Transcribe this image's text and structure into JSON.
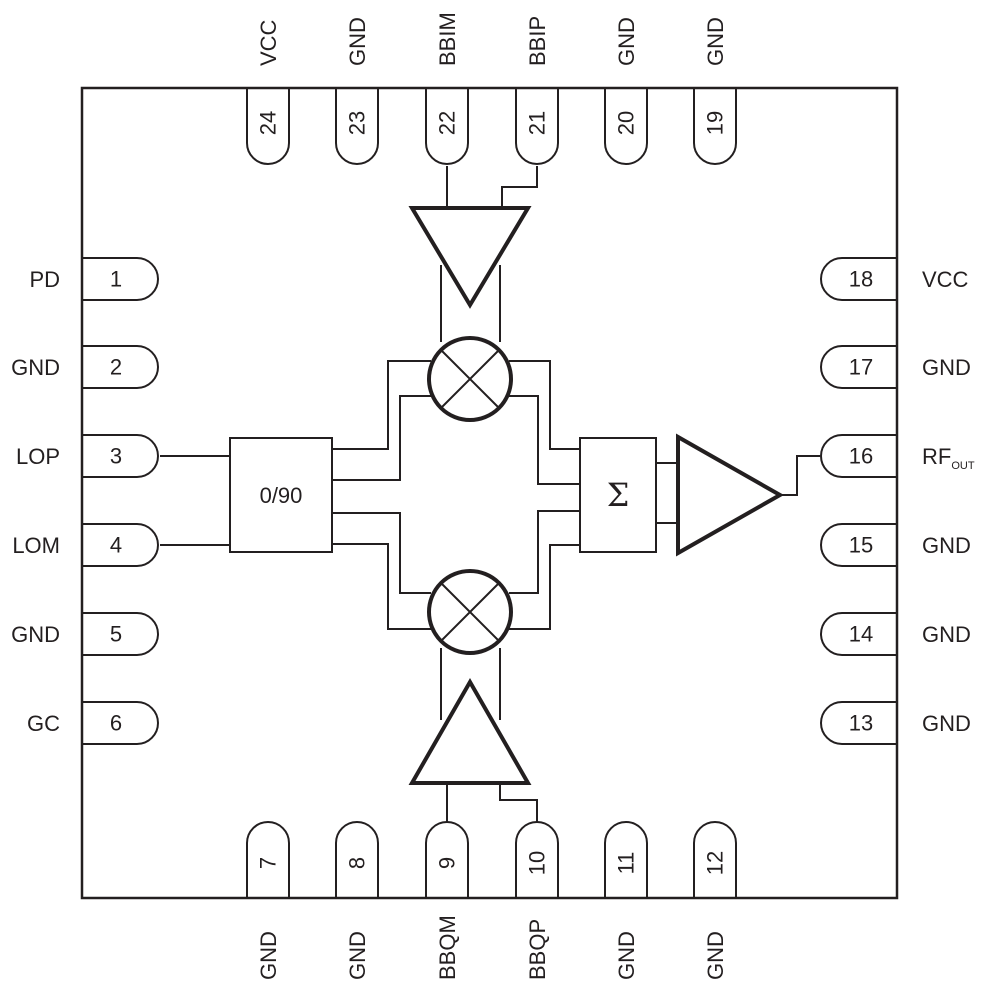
{
  "pins": {
    "left": [
      {
        "num": "1",
        "name": "PD"
      },
      {
        "num": "2",
        "name": "GND"
      },
      {
        "num": "3",
        "name": "LOP"
      },
      {
        "num": "4",
        "name": "LOM"
      },
      {
        "num": "5",
        "name": "GND"
      },
      {
        "num": "6",
        "name": "GC"
      }
    ],
    "bottom": [
      {
        "num": "7",
        "name": "GND"
      },
      {
        "num": "8",
        "name": "GND"
      },
      {
        "num": "9",
        "name": "BBQM"
      },
      {
        "num": "10",
        "name": "BBQP"
      },
      {
        "num": "11",
        "name": "GND"
      },
      {
        "num": "12",
        "name": "GND"
      }
    ],
    "right": [
      {
        "num": "13",
        "name": "GND"
      },
      {
        "num": "14",
        "name": "GND"
      },
      {
        "num": "15",
        "name": "GND"
      },
      {
        "num": "16",
        "name": "RF",
        "sub": "OUT"
      },
      {
        "num": "17",
        "name": "GND"
      },
      {
        "num": "18",
        "name": "VCC"
      }
    ],
    "top": [
      {
        "num": "19",
        "name": "GND"
      },
      {
        "num": "20",
        "name": "GND"
      },
      {
        "num": "21",
        "name": "BBIP"
      },
      {
        "num": "22",
        "name": "BBIM"
      },
      {
        "num": "23",
        "name": "GND"
      },
      {
        "num": "24",
        "name": "VCC"
      }
    ]
  },
  "blocks": {
    "phase_splitter": "0/90",
    "summer": "Σ"
  }
}
